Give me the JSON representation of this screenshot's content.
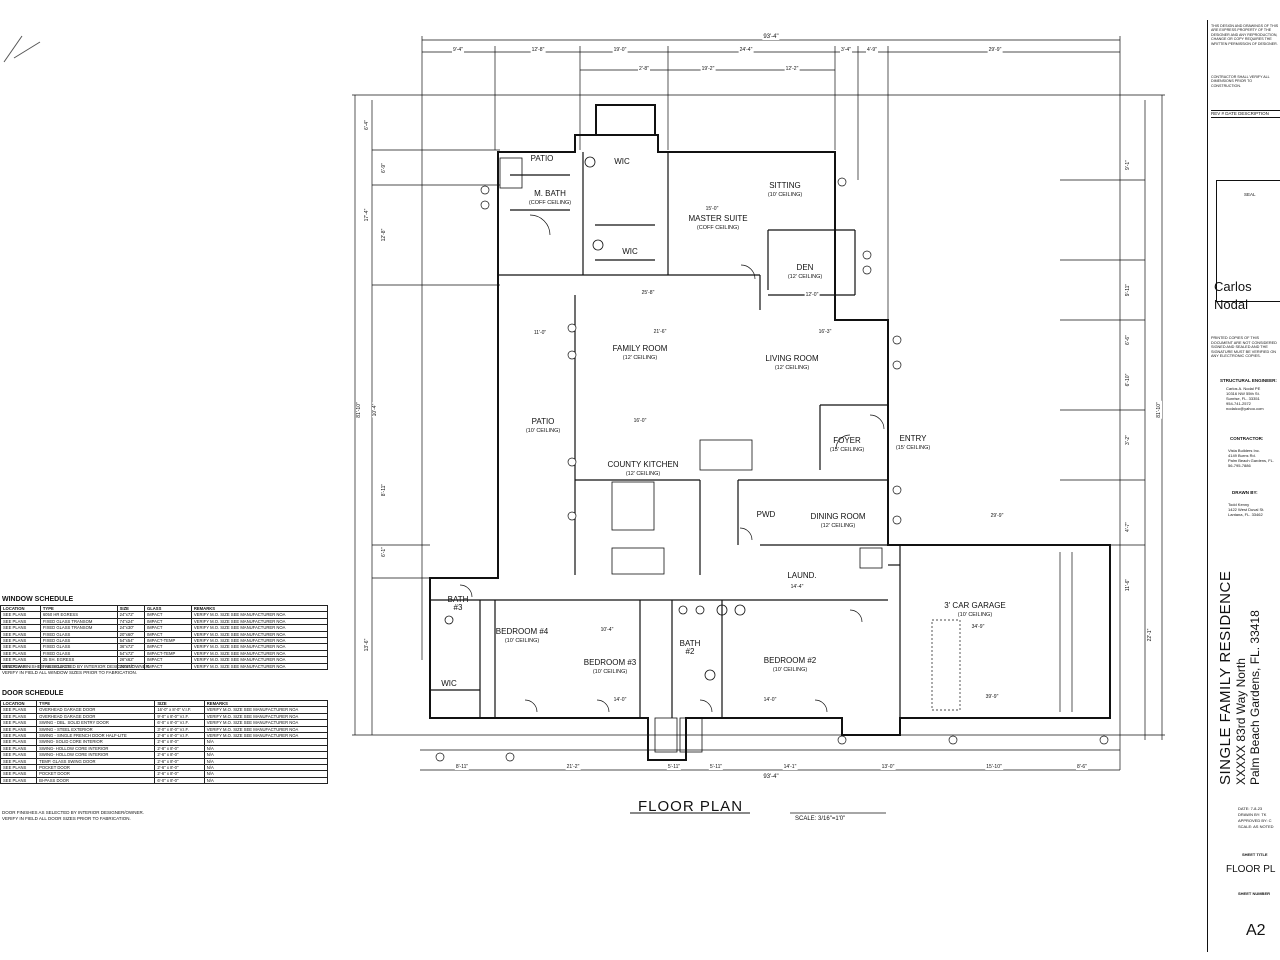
{
  "drawing": {
    "title": "FLOOR PLAN",
    "scale": "SCALE: 3/16\"=1'0\""
  },
  "rooms": [
    {
      "name": "PATIO",
      "ceiling": ""
    },
    {
      "name": "M. BATH",
      "ceiling": "(COFF CEILING)"
    },
    {
      "name": "WIC",
      "ceiling": ""
    },
    {
      "name": "MASTER SUITE",
      "ceiling": "(COFF CEILING)"
    },
    {
      "name": "SITTING",
      "ceiling": "(10' CEILING)"
    },
    {
      "name": "WIC",
      "ceiling": ""
    },
    {
      "name": "DEN",
      "ceiling": "(12' CEILING)"
    },
    {
      "name": "FAMILY ROOM",
      "ceiling": "(12' CEILING)"
    },
    {
      "name": "LIVING ROOM",
      "ceiling": "(12' CEILING)"
    },
    {
      "name": "PATIO",
      "ceiling": "(10' CEILING)"
    },
    {
      "name": "FOYER",
      "ceiling": "(15' CEILING)"
    },
    {
      "name": "ENTRY",
      "ceiling": "(15' CEILING)"
    },
    {
      "name": "COUNTY KITCHEN",
      "ceiling": "(12' CEILING)"
    },
    {
      "name": "PWD",
      "ceiling": ""
    },
    {
      "name": "DINING ROOM",
      "ceiling": "(12' CEILING)"
    },
    {
      "name": "LAUND.",
      "ceiling": ""
    },
    {
      "name": "BATH #3",
      "ceiling": ""
    },
    {
      "name": "BEDROOM #4",
      "ceiling": "(10' CEILING)"
    },
    {
      "name": "BEDROOM #3",
      "ceiling": "(10' CEILING)"
    },
    {
      "name": "BATH #2",
      "ceiling": ""
    },
    {
      "name": "BEDROOM #2",
      "ceiling": "(10' CEILING)"
    },
    {
      "name": "3' CAR GARAGE",
      "ceiling": "(10' CEILING)"
    },
    {
      "name": "WIC",
      "ceiling": ""
    }
  ],
  "dimensions": {
    "overall_top": "93'-4\"",
    "overall_bottom": "93'-4\"",
    "top_row": [
      "9'-4\"",
      "12'-8\"",
      "19'-0\"",
      "24'-4\"",
      "3'-4\"",
      "4'-9\"",
      "29'-9\""
    ],
    "top_row2": [
      "2'-8\"",
      "19'-2\"",
      "12'-2\""
    ],
    "bottom_row": [
      "8'-11\"",
      "21'-2\"",
      "5'-11\"",
      "5'-11\"",
      "14'-1\"",
      "13'-0\"",
      "15'-10\"",
      "8'-6\""
    ],
    "interior": [
      "25'-8\"",
      "21'-6\"",
      "16'-0\"",
      "11'-0\"",
      "12'-0\"",
      "14'-0\"",
      "14'-0\"",
      "34'-9\"",
      "39'-9\"",
      "29'-9\"",
      "15'-0\"",
      "10'-4\"",
      "14'-4\"",
      "16'-3\""
    ],
    "left_side": [
      "6'-4\"",
      "6'-9\"",
      "17'-4\"",
      "12'-8\"",
      "8'-11\"",
      "81'-10\"",
      "10'-4\"",
      "6'-1\"",
      "13'-6\""
    ],
    "right_side": [
      "9'-1\"",
      "9'-11\"",
      "6'-6\"",
      "6'-10\"",
      "3'-2\"",
      "4'-7\"",
      "11'-6\"",
      "22'-1\"",
      "81'-10\""
    ]
  },
  "window_schedule": {
    "title": "WINDOW SCHEDULE",
    "columns": [
      "LOCATION",
      "TYPE",
      "SIZE",
      "GLASS",
      "REMARKS"
    ],
    "rows": [
      [
        "SEE PLANS",
        "6050 HR EGRESS",
        "24\"x72\"",
        "IMPACT",
        "VERIFY M.O. SIZE SEE MANUFACTURER NOA"
      ],
      [
        "SEE PLANS",
        "FIXED GLASS TRANSOM",
        "74\"x24\"",
        "IMPACT",
        "VERIFY M.O. SIZE SEE MANUFACTURER NOA"
      ],
      [
        "SEE PLANS",
        "FIXED GLASS TRANSOM",
        "24\"x30\"",
        "IMPACT",
        "VERIFY M.O. SIZE SEE MANUFACTURER NOA"
      ],
      [
        "SEE PLANS",
        "FIXED GLASS",
        "20\"x60\"",
        "IMPACT",
        "VERIFY M.O. SIZE SEE MANUFACTURER NOA"
      ],
      [
        "SEE PLANS",
        "FIXED GLASS",
        "54\"x54\"",
        "IMPACT-TEMP",
        "VERIFY M.O. SIZE SEE MANUFACTURER NOA"
      ],
      [
        "SEE PLANS",
        "FIXED GLASS",
        "36\"x72\"",
        "IMPACT",
        "VERIFY M.O. SIZE SEE MANUFACTURER NOA"
      ],
      [
        "SEE PLANS",
        "FIXED GLASS",
        "54\"x72\"",
        "IMPACT-TEMP",
        "VERIFY M.O. SIZE SEE MANUFACTURER NOA"
      ],
      [
        "SEE PLANS",
        "25 SH. EGRESS",
        "26\"x62\"",
        "IMPACT",
        "VERIFY M.O. SIZE SEE MANUFACTURER NOA"
      ],
      [
        "SEE PLANS",
        "FIXED GLASS",
        "20\"x72\"",
        "IMPACT",
        "VERIFY M.O. SIZE SEE MANUFACTURER NOA"
      ]
    ],
    "notes": [
      "WINDOW FINISHES AS SELECTED BY INTERIOR DESIGNER/OWNER.",
      "VERIFY IN FIELD ALL WINDOW SIZES PRIOR TO FABRICATION."
    ]
  },
  "door_schedule": {
    "title": "DOOR SCHEDULE",
    "columns": [
      "LOCATION",
      "TYPE",
      "SIZE",
      "REMARKS"
    ],
    "rows": [
      [
        "SEE PLANS",
        "OVERHEAD GARAGE DOOR",
        "16'-0\" x 8'-0\" V.I.F.",
        "VERIFY M.O. SIZE SEE MANUFACTURER NOA"
      ],
      [
        "SEE PLANS",
        "OVERHEAD GARAGE DOOR",
        "9'-0\" x 8'-0\" V.I.F.",
        "VERIFY M.O. SIZE SEE MANUFACTURER NOA"
      ],
      [
        "SEE PLANS",
        "SWING - DBL. SOLID ENTRY DOOR",
        "6'-0\" x 8'-0\" V.I.F.",
        "VERIFY M.O. SIZE SEE MANUFACTURER NOA"
      ],
      [
        "SEE PLANS",
        "SWING - STEEL EXTERIOR",
        "3'-0\" x 8'-0\" V.I.F.",
        "VERIFY M.O. SIZE SEE MANUFACTURER NOA"
      ],
      [
        "SEE PLANS",
        "SWING - SINGLE FRENCH DOOR HALF-LITE",
        "2'-8\" x 8'-0\" V.I.F.",
        "VERIFY M.O. SIZE SEE MANUFACTURER NOA"
      ],
      [
        "SEE PLANS",
        "SWING- SOLID CORE INTERIOR",
        "2'-8\" x 8'-0\"",
        "N/A"
      ],
      [
        "SEE PLANS",
        "SWING- HOLLOW CORE INTERIOR",
        "2'-8\" x 8'-0\"",
        "N/A"
      ],
      [
        "SEE PLANS",
        "SWING- HOLLOW CORE INTERIOR",
        "2'-6\" x 8'-0\"",
        "N/A"
      ],
      [
        "SEE PLANS",
        "TEMP. GLASS SWING DOOR",
        "2'-6\" x 8'-0\"",
        "N/A"
      ],
      [
        "SEE PLANS",
        "POCKET DOOR",
        "2'-6\" x 8'-0\"",
        "N/A"
      ],
      [
        "SEE PLANS",
        "POCKET DOOR",
        "2'-6\" x 8'-0\"",
        "N/A"
      ],
      [
        "SEE PLANS",
        "BI-PASS DOOR",
        "6'-0\" x 8'-0\"",
        "N/A"
      ]
    ],
    "notes": [
      "DOOR FINISHES AS SELECTED BY INTERIOR DESIGNER/OWNER.",
      "VERIFY IN FIELD ALL DOOR SIZES PRIOR TO FABRICATION."
    ]
  },
  "title_block": {
    "copyright": "THIS DESIGN AND DRAWINGS OF THIS ARE EXPRESS PROPERTY OF THE DESIGNER AND ANY REPRODUCTION, CHANGE OR COPY REQUIRES THE WRITTEN PERMISSION OF DESIGNER.",
    "contractor_note": "CONTRACTOR SHALL VERIFY ALL DIMENSIONS PRIOR TO CONSTRUCTION.",
    "rev_header": "REV #  DATE  DESCRIPTION",
    "seal_label": "SEAL",
    "signature_name": "Carlos Nodal",
    "printed_copies": "PRINTED COPIES OF THIS DOCUMENT ARE NOT CONSIDERED SIGNED AND SEALED AND THE SIGNATURE MUST BE VERIFIED ON ANY ELECTRONIC COPIES.",
    "structural_label": "STRUCTURAL ENGINEER:",
    "structural_lines": [
      "Carlos A. Nodal PE",
      "10316 NW 55th St.",
      "Sunrise, FL. 33351",
      "954-741-2572",
      "nodalco@yahoo.com"
    ],
    "contractor_label": "CONTRACTOR:",
    "contractor_lines": [
      "Vista Builders Inc.",
      "4149 Burns Rd.",
      "Palm Beach Gardens, FL.",
      "56-795-7886"
    ],
    "drawn_by_label": "DRAWN BY:",
    "drawn_by_lines": [
      "Todd Kenny",
      "1422 West Duval St.",
      "Lantana, FL. 33462"
    ],
    "project_title": "SINGLE FAMILY RESIDENCE",
    "project_address1": "XXXXX 83rd Way North",
    "project_address2": "Palm Beach Gardens, FL. 33418",
    "date": "DATE: 7-8-23",
    "drawn_by": "DRAWN BY: TK",
    "approved_by": "APPROVED BY: C",
    "scale_note": "SCALE: AS NOTED",
    "sheet_title_label": "SHEET TITLE",
    "sheet_title": "FLOOR PL",
    "sheet_number_label": "SHEET NUMBER",
    "sheet_number": "A2"
  }
}
